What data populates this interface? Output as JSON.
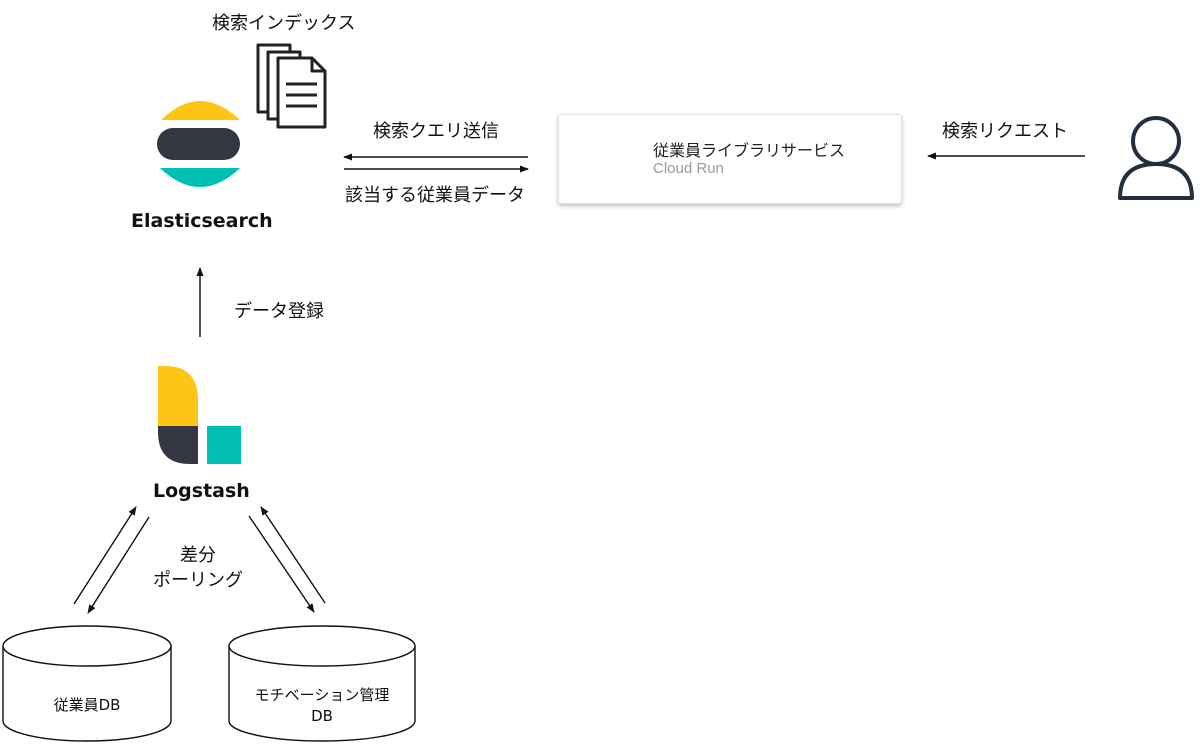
{
  "labels": {
    "search_index": "検索インデックス",
    "elasticsearch": "Elasticsearch",
    "query_send": "検索クエリ送信",
    "matching_data": "該当する従業員データ",
    "search_request": "検索リクエスト",
    "data_register": "データ登録",
    "logstash": "Logstash",
    "diff_line1": "差分",
    "diff_line2": "ポーリング"
  },
  "service": {
    "title": "従業員ライブラリサービス",
    "platform": "Cloud Run"
  },
  "databases": {
    "employee": "従業員DB",
    "motivation_line1": "モチベーション管理",
    "motivation_line2": "DB"
  },
  "icons": {
    "elasticsearch": "elasticsearch-logo",
    "logstash": "logstash-logo",
    "cloud_run": "cloud-run-logo",
    "documents": "documents-icon",
    "user": "user-icon"
  },
  "colors": {
    "elastic_yellow": "#FEC514",
    "elastic_dark": "#343741",
    "elastic_teal": "#00BFB3",
    "cloud_run_blue": "#4285F4",
    "cloud_run_light": "#AECBFA",
    "line": "#111111"
  }
}
